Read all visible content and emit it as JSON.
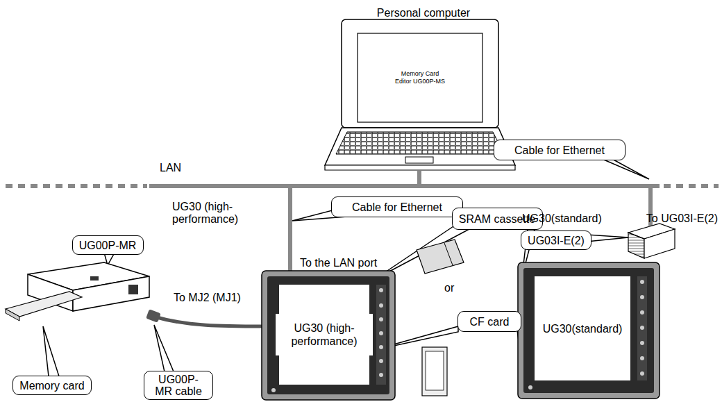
{
  "diagram": {
    "nodes": [
      {
        "text": [
          "Memory Card Editor UG00P-MS"
        ]
      },
      {
        "text": [
          "Cable for Ethernet"
        ]
      },
      {
        "text": [
          "Cable for Ethernet"
        ]
      },
      {
        "text": [
          "UG00P-MR"
        ]
      },
      {
        "text": [
          "UG03I-E(2)"
        ]
      },
      {
        "text": [
          "SRAM cassette"
        ]
      },
      {
        "text": [
          "CF card"
        ]
      },
      {
        "text": [
          "UG30 (high-performance)"
        ]
      },
      {
        "text": [
          "UG30(standard)"
        ]
      },
      {
        "text": [
          "Memory card"
        ]
      },
      {
        "text": [
          "UG00P-MR cable"
        ]
      }
    ],
    "labels": [
      "Personal computer",
      "LAN",
      "UG30 (high-performance)",
      "UG30(standard)",
      "To UG03I-E(2)",
      "To the LAN port",
      "To MJ2 (MJ1)",
      "or"
    ]
  }
}
